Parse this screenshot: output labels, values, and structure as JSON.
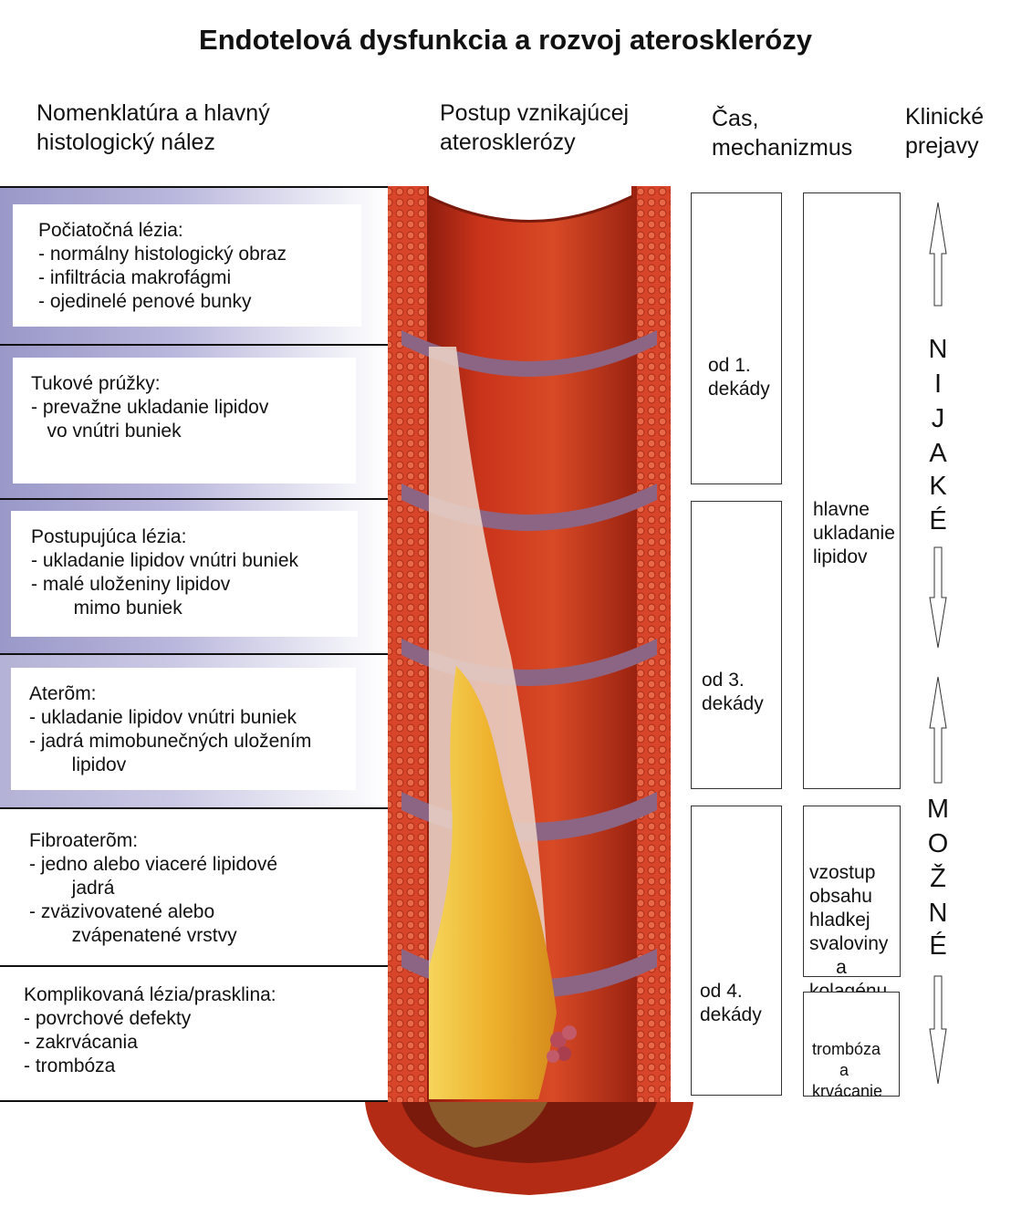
{
  "title": "Endotelová dysfunkcia a rozvoj aterosklerózy",
  "headers": {
    "col1": [
      "Nomenklatúra a hlavný",
      "histologický nález"
    ],
    "col2": [
      "Postup vznikajúcej",
      "aterosklerózy"
    ],
    "col3": [
      "Čas,",
      "mechanizmus"
    ],
    "col4": [
      "Klinické",
      "prejavy"
    ]
  },
  "stages": [
    {
      "title": "Počiatočná lézia:",
      "lines": [
        "- normálny histologický obraz",
        "- infiltrácia makrofágmi",
        "- ojedinelé penové bunky"
      ]
    },
    {
      "title": "Tukové prúžky:",
      "lines": [
        "- prevažne ukladanie lipidov",
        "   vo vnútri buniek"
      ]
    },
    {
      "title": "Postupujúca lézia:",
      "lines": [
        "- ukladanie lipidov vnútri buniek",
        "- malé uloženiny lipidov",
        "        mimo buniek"
      ]
    },
    {
      "title": "Aterõm:",
      "lines": [
        "- ukladanie lipidov vnútri buniek",
        "- jadrá mimobunečných uložením",
        "        lipidov"
      ]
    },
    {
      "title": "Fibroaterõm:",
      "lines": [
        "- jedno alebo viaceré lipidové",
        "        jadrá",
        "- zväzivovatené alebo",
        "        zvápenatené vrstvy"
      ]
    },
    {
      "title": "Komplikovaná lézia/prasklina:",
      "lines": [
        "- povrchové defekty",
        "- zakrvácania",
        "- trombóza"
      ]
    }
  ],
  "time": [
    {
      "text": [
        "od 1.",
        "dekády"
      ]
    },
    {
      "text": [
        "od 3.",
        "dekády"
      ]
    },
    {
      "text": [
        "od 4.",
        "dekády"
      ]
    }
  ],
  "mechanism": [
    {
      "text": [
        "hlavne",
        "ukladanie",
        "lipidov"
      ]
    },
    {
      "text": [
        "vzostup",
        "obsahu",
        "hladkej",
        "svaloviny",
        "     a",
        "kolagénu"
      ]
    },
    {
      "text": [
        "trombóza",
        "      a",
        "krvácanie"
      ]
    }
  ],
  "clinical": {
    "none": [
      "N",
      "I",
      "J",
      "A",
      "K",
      "É"
    ],
    "possible": [
      "M",
      "O",
      "Ž",
      "N",
      "É"
    ]
  },
  "colors": {
    "artery_red": "#c9331a",
    "artery_dark": "#7a1a0c",
    "plaque": "#f2c23a",
    "intima": "#e8cfc4",
    "band": "#b3b1d8"
  }
}
